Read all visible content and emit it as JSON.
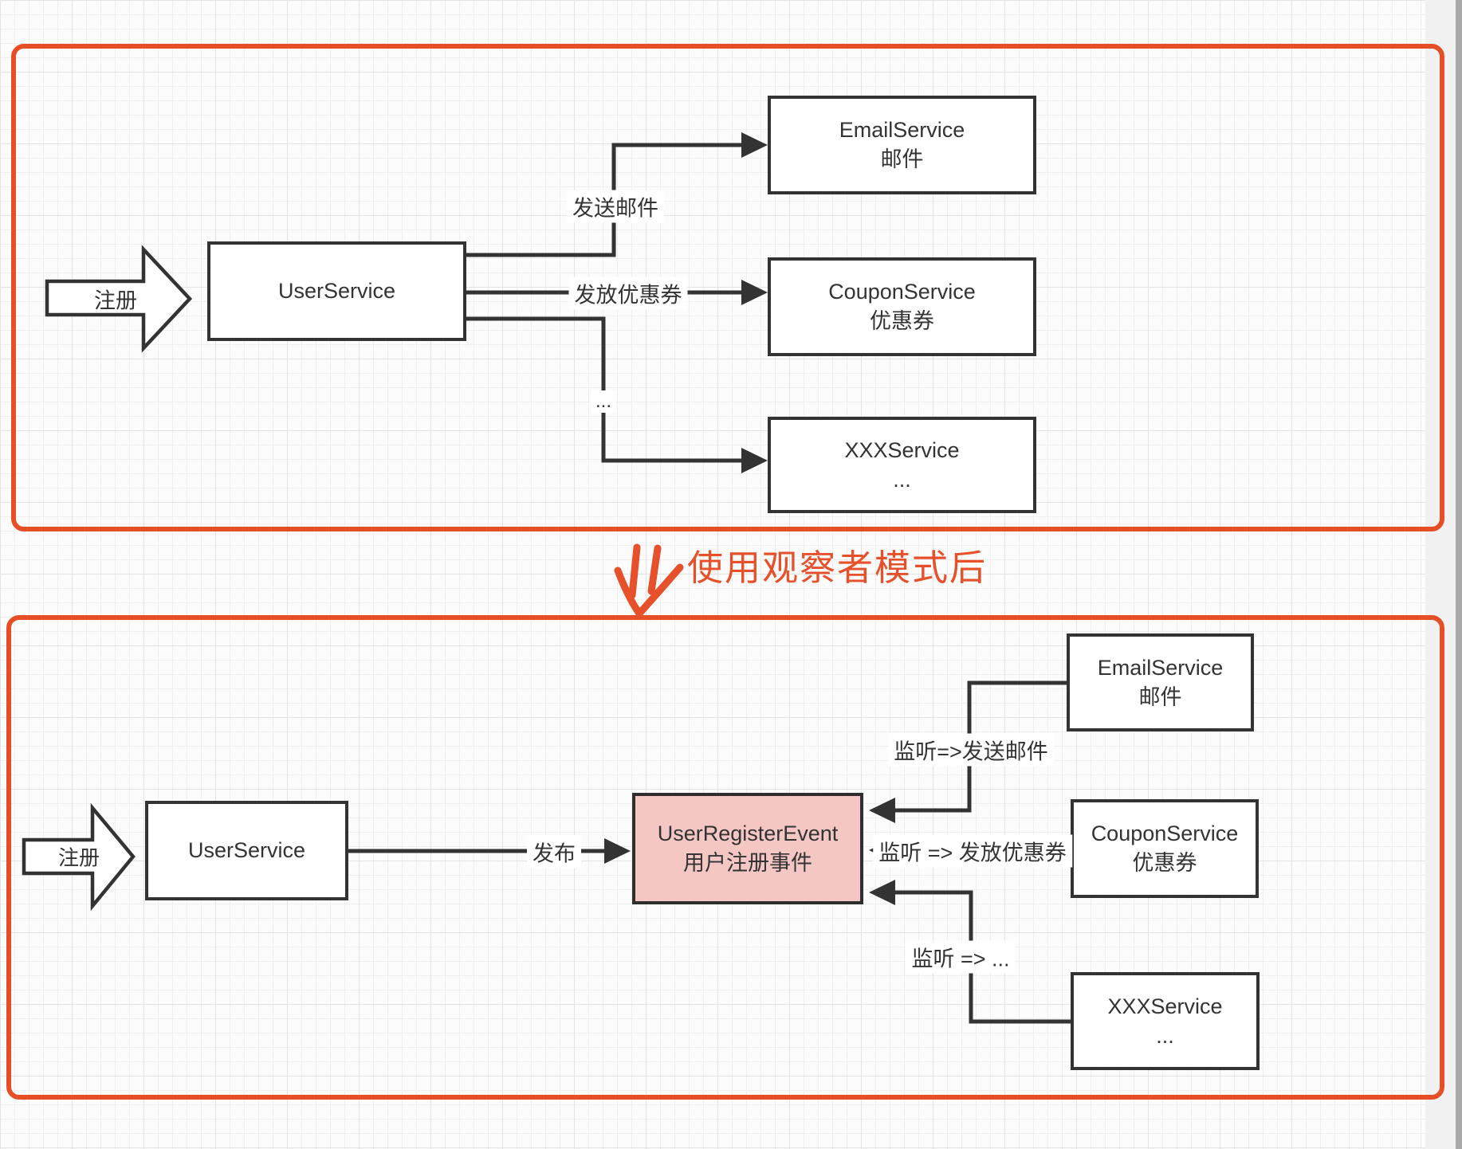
{
  "colors": {
    "accent_orange": "#E64E26",
    "line_dark": "#333333",
    "event_pink": "#F4C7C5"
  },
  "top_panel": {
    "register_label": "注册",
    "user_service_label": "UserService",
    "edge_labels": {
      "email": "发送邮件",
      "coupon": "发放优惠券",
      "more": "..."
    },
    "services": [
      {
        "name": "EmailService",
        "subtitle": "邮件"
      },
      {
        "name": "CouponService",
        "subtitle": "优惠券"
      },
      {
        "name": "XXXService",
        "subtitle": "..."
      }
    ]
  },
  "divider": {
    "caption": "使用观察者模式后"
  },
  "bottom_panel": {
    "register_label": "注册",
    "user_service_label": "UserService",
    "publish_label": "发布",
    "event_box": {
      "name": "UserRegisterEvent",
      "subtitle": "用户注册事件"
    },
    "edge_labels": {
      "email": "监听=>发送邮件",
      "coupon": "监听 => 发放优惠券",
      "more": "监听 => ..."
    },
    "services": [
      {
        "name": "EmailService",
        "subtitle": "邮件"
      },
      {
        "name": "CouponService",
        "subtitle": "优惠券"
      },
      {
        "name": "XXXService",
        "subtitle": "..."
      }
    ]
  }
}
